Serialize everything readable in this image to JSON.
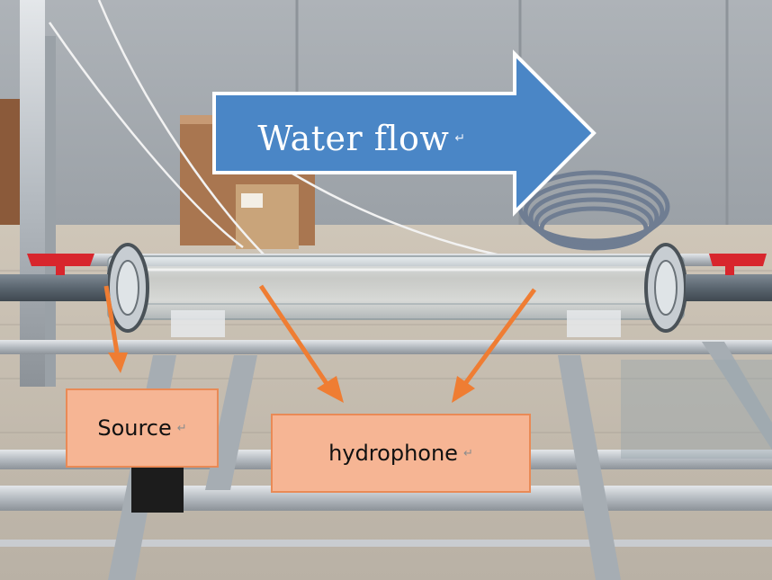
{
  "annotations": {
    "flow_label": "Water flow",
    "source_label": "Source",
    "hydrophone_label": "hydrophone",
    "return_mark": "↵"
  },
  "colors": {
    "flow_arrow_fill": "#4a86c6",
    "flow_arrow_stroke": "#ffffff",
    "pointer_arrow": "#ef7d33",
    "label_fill": "#f6b594",
    "label_border": "#e98a56",
    "valve_handle": "#d8262d"
  }
}
